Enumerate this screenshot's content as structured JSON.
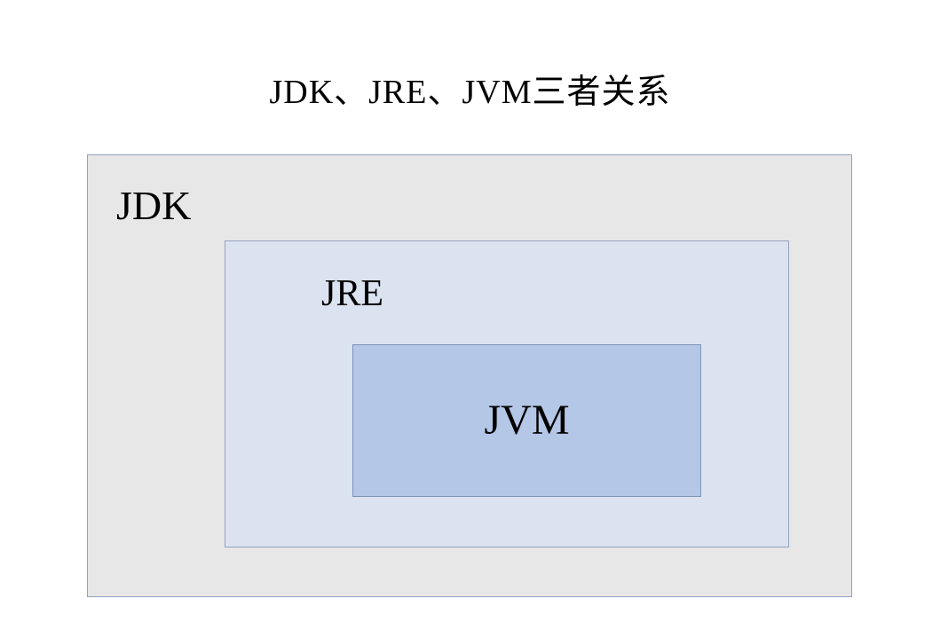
{
  "title": "JDK、JRE、JVM三者关系",
  "diagram": {
    "jdk": {
      "label": "JDK",
      "fill": "#e8e7e7",
      "border": "#94a2bd"
    },
    "jre": {
      "label": "JRE",
      "fill": "#dbe3f1",
      "border": "#94a2bd"
    },
    "jvm": {
      "label": "JVM",
      "fill": "#b4c7e7",
      "border": "#7d93b5"
    }
  }
}
